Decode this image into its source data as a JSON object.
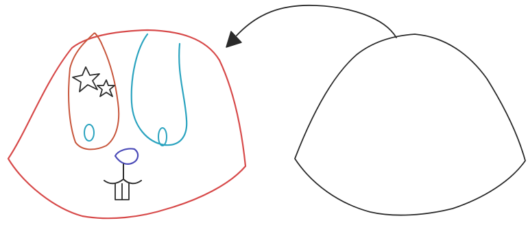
{
  "drawing": {
    "subjects": {
      "left": "bunny-face-drawing",
      "right": "blank-dome-shape",
      "connector": "curved-arrow-right-to-left"
    },
    "colors": {
      "head_outline": "#d74a4a",
      "left_ear": "#c7553b",
      "right_ear": "#2aa3bf",
      "nose": "#4b4bb8",
      "ink": "#2a2a2a"
    }
  }
}
